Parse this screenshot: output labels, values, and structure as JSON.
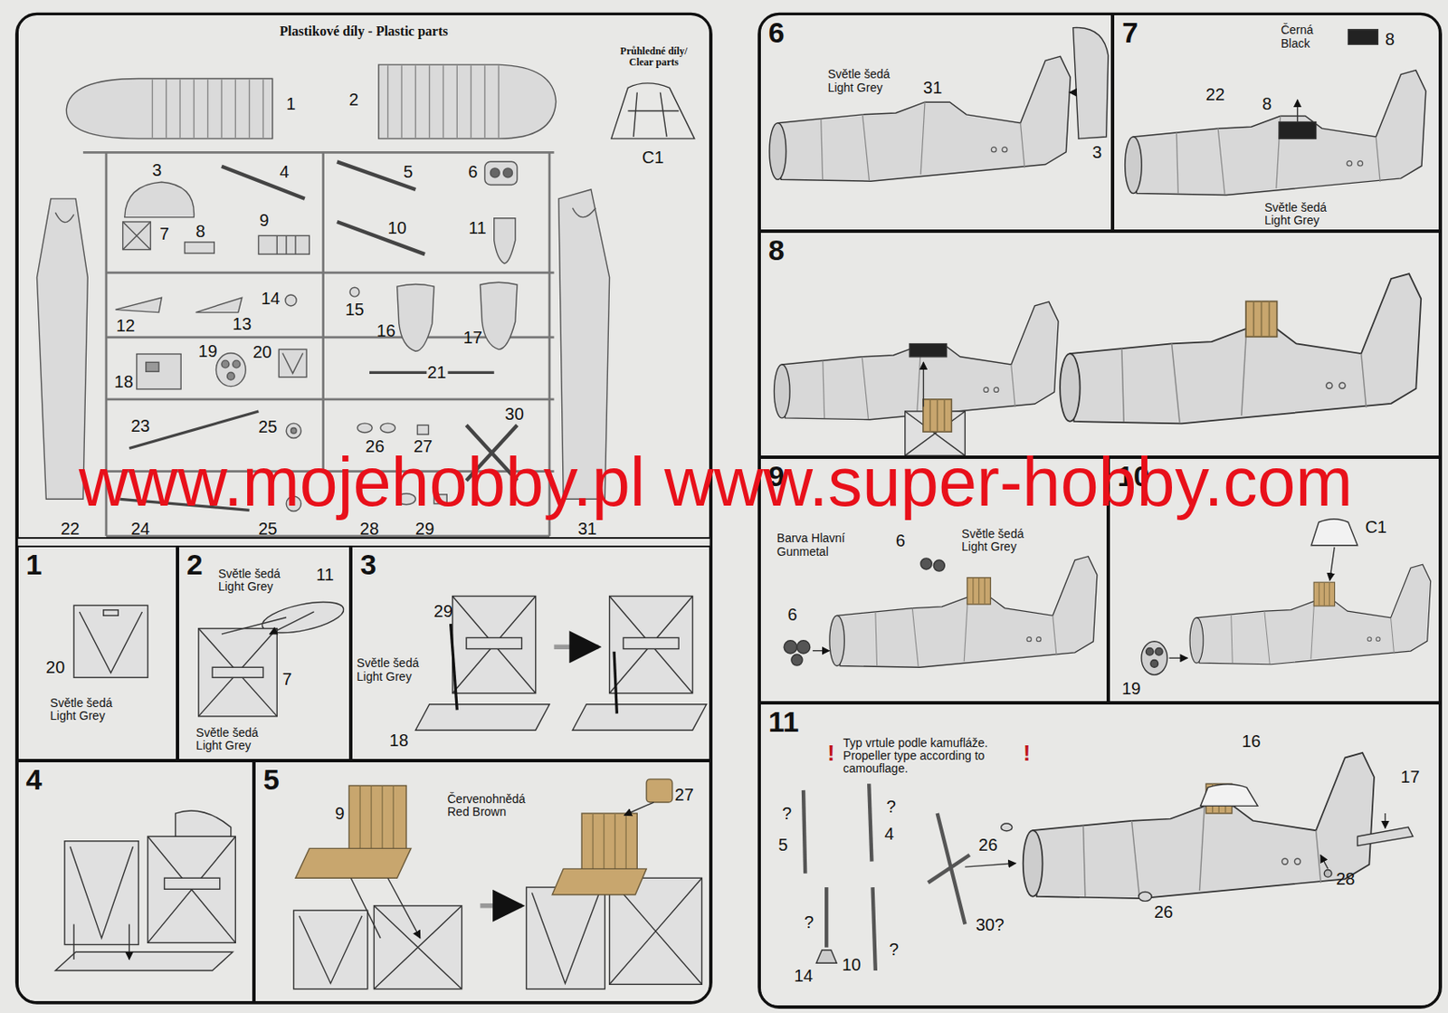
{
  "diagram": {
    "nodes": [
      {
        "text": [
          "Plastikové díly - Plastic parts"
        ]
      },
      {
        "text": [
          "1"
        ]
      },
      {
        "text": [
          "2"
        ]
      },
      {
        "text": [
          "3"
        ]
      },
      {
        "text": [
          "4"
        ]
      },
      {
        "text": [
          "5"
        ]
      },
      {
        "text": [
          "6"
        ]
      },
      {
        "text": [
          "7"
        ]
      },
      {
        "text": [
          "8"
        ]
      },
      {
        "text": [
          "9"
        ]
      },
      {
        "text": [
          "10"
        ]
      },
      {
        "text": [
          "11"
        ]
      }
    ],
    "labels": [
      "Průhledné díly/ Clear parts",
      "C1",
      "1",
      "2",
      "3",
      "4",
      "5",
      "6",
      "7",
      "8",
      "9",
      "10",
      "11",
      "12",
      "13",
      "14",
      "15",
      "16",
      "17",
      "18",
      "19",
      "20",
      "21",
      "23",
      "25",
      "26",
      "27",
      "30",
      "22",
      "24",
      "25",
      "28",
      "29",
      "31",
      "20",
      "Světle šedá Light Grey",
      "Světle šedá Light Grey",
      "11",
      "7",
      "Světle šedá Light Grey",
      "29",
      "Světle šedá Light Grey",
      "18",
      "9",
      "Červenohnědá Red Brown",
      "27",
      "Světle šedá Light Grey",
      "31",
      "3",
      "Černá Black",
      "8",
      "22",
      "8",
      "Světle šedá Light Grey",
      "6",
      "Světle šedá Light Grey",
      "Barva Hlavní Gunmetal",
      "6",
      "C1",
      "19",
      "!",
      "Typ vrtule podle kamufláže. Propeller type according to camouflage.",
      "!",
      "16",
      "17",
      "?",
      "5",
      "?",
      "4",
      "26",
      "28",
      "26",
      "?",
      "14",
      "10",
      "?",
      "30?",
      "www.mojehobby.pl www.super-hobby.com"
    ]
  }
}
